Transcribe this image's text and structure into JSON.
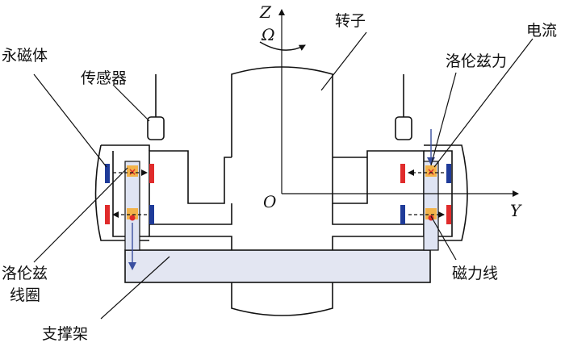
{
  "labels": {
    "rotor": "转子",
    "permanent_magnet": "永磁体",
    "sensor": "传感器",
    "current": "电流",
    "lorentz_force": "洛伦兹力",
    "lorentz_coil_line1": "洛伦兹",
    "lorentz_coil_line2": "线圈",
    "magnetic_field_line": "磁力线",
    "support_frame": "支撑架"
  },
  "axes": {
    "z": "Z",
    "y": "Y",
    "origin": "O",
    "omega": "Ω"
  },
  "colors": {
    "magnet_red": "#e02b2b",
    "magnet_blue": "#1f3b99",
    "coil_orange": "#f2b34a",
    "coil_dot": "#e02b2b",
    "coil_fill": "#dfe4f3",
    "support_fill": "#e3e6f2",
    "arrow_blue": "#3a4fa0"
  }
}
